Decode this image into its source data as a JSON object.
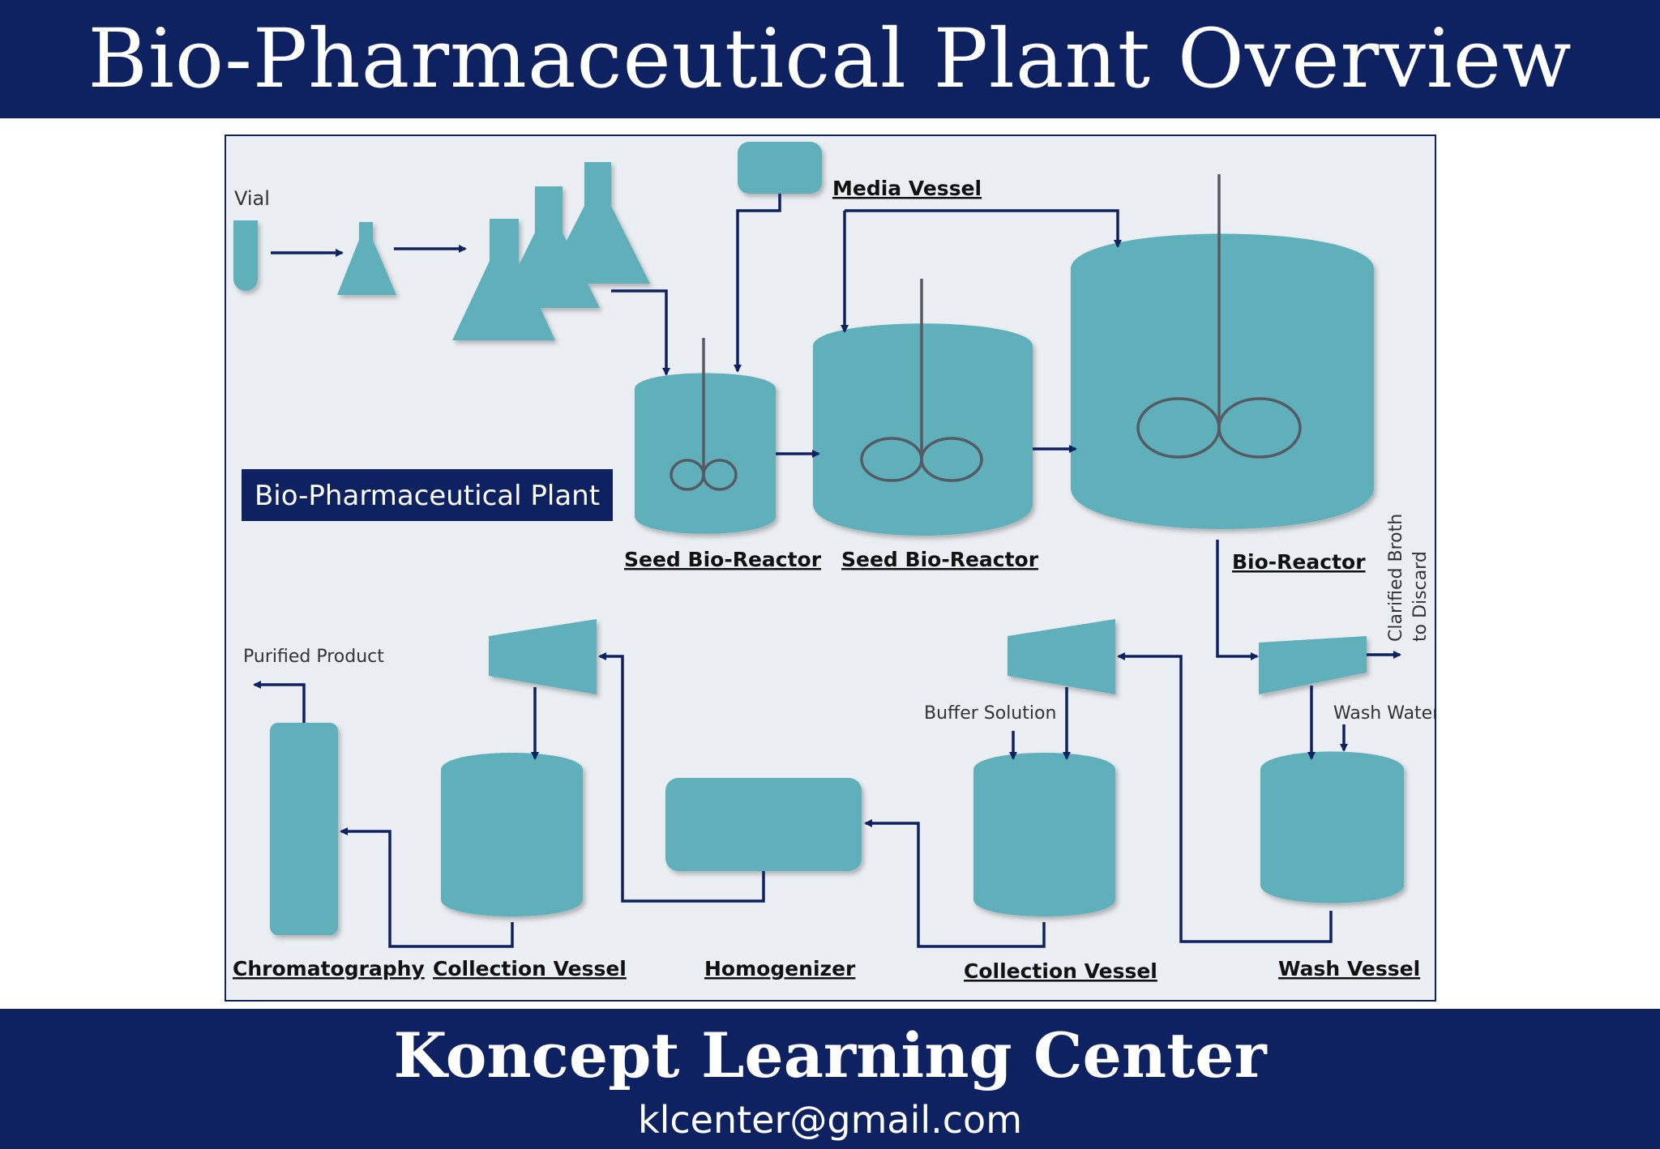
{
  "header": {
    "title": "Bio-Pharmaceutical Plant Overview"
  },
  "diagram": {
    "plant_label": "Bio-Pharmaceutical Plant",
    "labels": {
      "vial": "Vial",
      "media_vessel": "Media Vessel",
      "seed_bioreactor_1": "Seed Bio-Reactor",
      "seed_bioreactor_2": "Seed Bio-Reactor",
      "bioreactor": "Bio-Reactor",
      "clarified_broth_line1": "Clarified Broth",
      "clarified_broth_line2": "to Discard",
      "wash_water": "Wash Water",
      "buffer_solution": "Buffer Solution",
      "purified_product": "Purified Product",
      "chromatography": "Chromatography",
      "collection_vessel_1": "Collection Vessel",
      "homogenizer": "Homogenizer",
      "collection_vessel_2": "Collection Vessel",
      "wash_vessel": "Wash Vessel"
    },
    "colors": {
      "vessel": "#5fb0bb",
      "flow_line": "#0e2161",
      "agitator": "#555a63",
      "panel_background": "#ebeff3",
      "label_box": "#0e2161"
    }
  },
  "footer": {
    "brand": "Koncept Learning Center",
    "email": "klcenter@gmail.com"
  }
}
